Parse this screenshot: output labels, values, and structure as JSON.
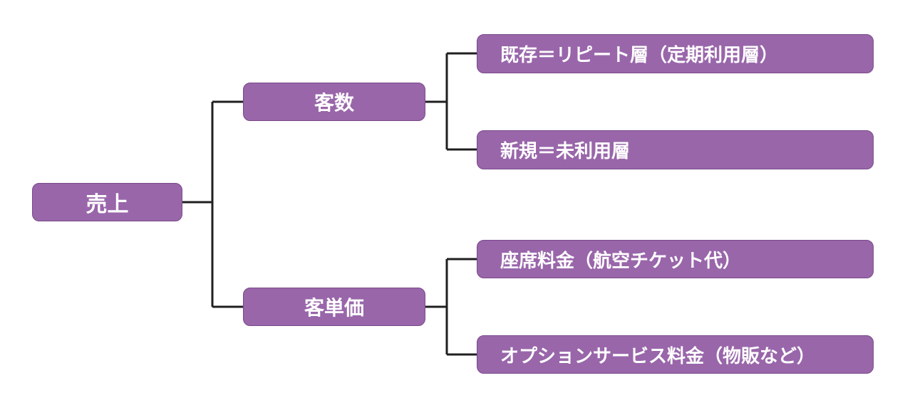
{
  "diagram": {
    "root": {
      "label": "売上"
    },
    "branches": [
      {
        "label": "客数",
        "children": [
          {
            "label": "既存＝リピート層（定期利用層）"
          },
          {
            "label": "新規＝未利用層"
          }
        ]
      },
      {
        "label": "客単価",
        "children": [
          {
            "label": "座席料金（航空チケット代）"
          },
          {
            "label": "オプションサービス料金（物販など）"
          }
        ]
      }
    ]
  },
  "colors": {
    "node_fill": "#9966aa",
    "node_border": "#7a4a8a",
    "node_text": "#ffffff",
    "connector": "#1f1f1f"
  }
}
